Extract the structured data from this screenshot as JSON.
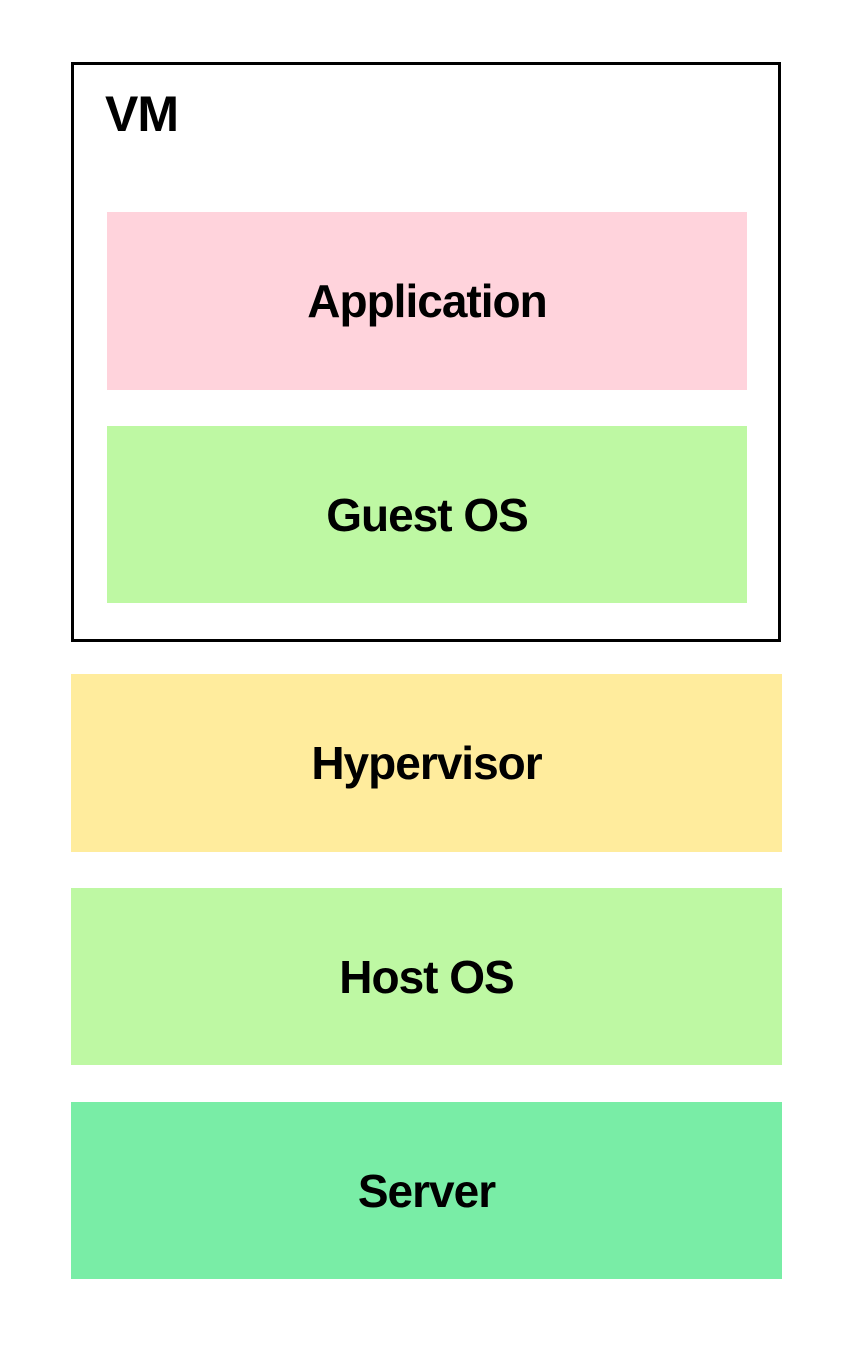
{
  "diagram": {
    "title_hint": "virtual-machine-architecture-stack",
    "vm_box": {
      "label": "VM",
      "border_color": "#000000",
      "background": "#ffffff",
      "children": [
        {
          "id": "application",
          "label": "Application",
          "color": "#ffd3dc"
        },
        {
          "id": "guest-os",
          "label": "Guest OS",
          "color": "#bef8a3"
        }
      ]
    },
    "layers": [
      {
        "id": "hypervisor",
        "label": "Hypervisor",
        "color": "#ffec9d"
      },
      {
        "id": "host-os",
        "label": "Host OS",
        "color": "#bef8a3"
      },
      {
        "id": "server",
        "label": "Server",
        "color": "#79eda6"
      }
    ],
    "text_color": "#000000",
    "page_background": "#ffffff"
  }
}
